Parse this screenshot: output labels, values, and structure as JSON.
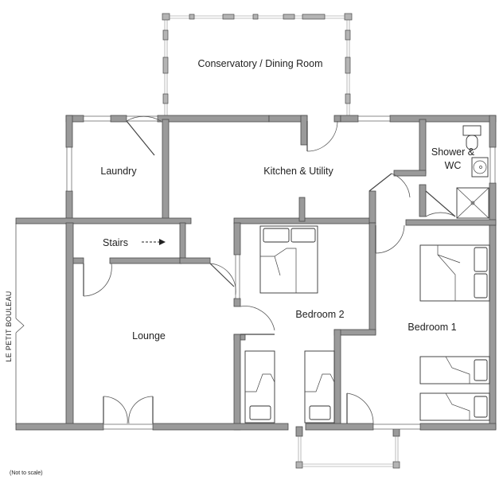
{
  "rooms": {
    "conservatory": "Conservatory / Dining Room",
    "laundry": "Laundry",
    "kitchen": "Kitchen & Utility",
    "shower_line1": "Shower &",
    "shower_line2": "WC",
    "stairs": "Stairs",
    "lounge": "Lounge",
    "bedroom2": "Bedroom 2",
    "bedroom1": "Bedroom 1"
  },
  "road_label": "LE PETIT BOULEAU",
  "note": "(Not to scale)",
  "colors": {
    "wall_fill": "#9a9a9a",
    "wall_stroke": "#4a4a4a",
    "text": "#222222"
  }
}
